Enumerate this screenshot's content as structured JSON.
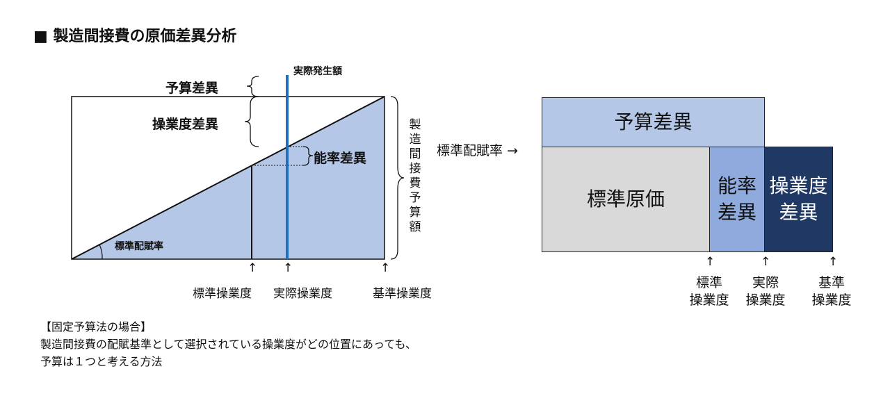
{
  "title": "■ 製造間接費の原価差異分析",
  "left_diagram": {
    "actual_cost_label": "実際発生額",
    "budget_variance_label": "予算差異",
    "volume_variance_label": "操業度差異",
    "efficiency_variance_label": "能率差異",
    "budget_total_label": "製造間接費予算額",
    "rate_label": "標準配賦率",
    "axis_labels": {
      "standard_hours": "標準操業度",
      "actual_hours": "実際操業度",
      "base_hours": "基準操業度"
    }
  },
  "right_diagram": {
    "rate_label": "標準配賦率",
    "budget_variance_label": "予算差異",
    "standard_cost_label": "標準原価",
    "efficiency_variance_label": "能率差異",
    "volume_variance_label": "操業度差異",
    "axis_labels": {
      "standard_line1": "標準",
      "standard_line2": "操業度",
      "actual_line1": "実際",
      "actual_line2": "操業度",
      "base_line1": "基準",
      "base_line2": "操業度"
    }
  },
  "notes": {
    "heading": "【固定予算法の場合】",
    "line1": "製造間接費の配賦基準として選択されている操業度がどの位置にあっても、",
    "line2": "予算は１つと考える方法"
  },
  "colors": {
    "light_blue": "#b4c7e7",
    "medium_blue": "#8faadc",
    "dark_navy": "#203864",
    "light_gray": "#d9d9d9",
    "actual_line_blue": "#1f6fbf"
  }
}
